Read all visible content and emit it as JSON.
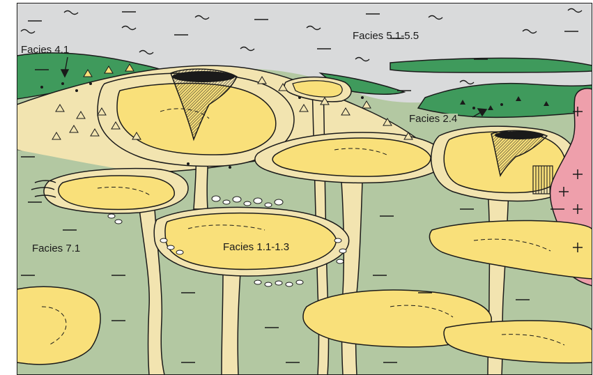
{
  "labels": {
    "facies_4_1": "Facies 4.1",
    "facies_5_1_5_5": "Facies 5.1-5.5",
    "facies_2_4": "Facies 2.4",
    "facies_7_1": "Facies 7.1",
    "facies_1_1_1_3": "Facies 1.1-1.3"
  },
  "colors": {
    "sky_gray": "#d9dadb",
    "mud_green": "#b3c8a2",
    "dark_green": "#3f9a5c",
    "sand_yellow": "#f9e07a",
    "pale_tan": "#f2e4b0",
    "granite_pink": "#ee9fab",
    "outline": "#1a1a1a"
  },
  "icons": [
    "tilde-marks",
    "dash-marks",
    "triangle-clasts",
    "dot-clasts",
    "crosshatch-seal",
    "plus-marks",
    "cobble-clasts"
  ]
}
